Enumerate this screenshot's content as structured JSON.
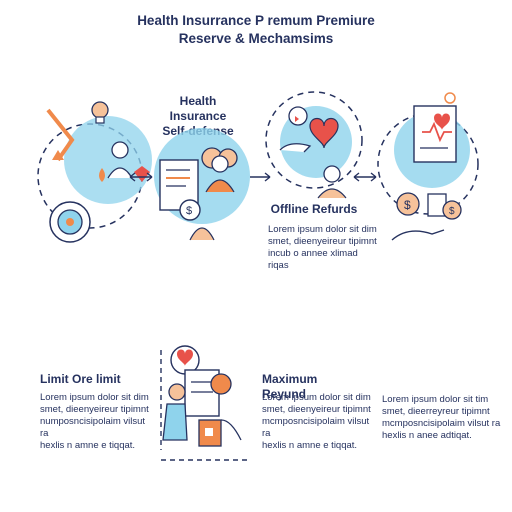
{
  "title": {
    "line1": "Health Insurrance P remum Premiure",
    "line2": "Reserve & Mechamsims"
  },
  "steps": [
    {
      "heading": "",
      "text": []
    },
    {
      "heading_line1": "Health Insurance",
      "heading_line2": "Self-defense"
    },
    {
      "heading": "Offline Refurds",
      "text": [
        "Lorem ipsum dolor sit dim",
        "smet, dieenyeireur tipimnt",
        "incub o  annee xlimad riqas"
      ]
    },
    {
      "heading": "",
      "text": []
    }
  ],
  "lower": [
    {
      "heading": "Limit Ore limit",
      "text": [
        "Lorem ipsum dolor sit dim",
        "smet, dieenyeireur tipimnt",
        "numposncisipolaim vilsut ra",
        "hexlis n amne e tiqqat."
      ]
    },
    {
      "heading": "Maximum Reyund",
      "text": [
        "Lorem ipsum dolor sit dim",
        "smet, dieenyeireur tipimnt",
        "mcmposncisipolaim vilsut ra",
        "hexlis n amne e tiqqat."
      ]
    },
    {
      "heading": "",
      "text": [
        "Lorem ipsum dolor sit tim",
        "smet, dieerreyreur tipimnt",
        "mcmposncisipolaim vilsut ra",
        "hexlis n anee adtiqat."
      ]
    }
  ],
  "colors": {
    "navy": "#26325f",
    "sky": "#8fd3ec",
    "orange": "#f08a4b",
    "peach": "#f6c29a",
    "red": "#e8524a"
  }
}
